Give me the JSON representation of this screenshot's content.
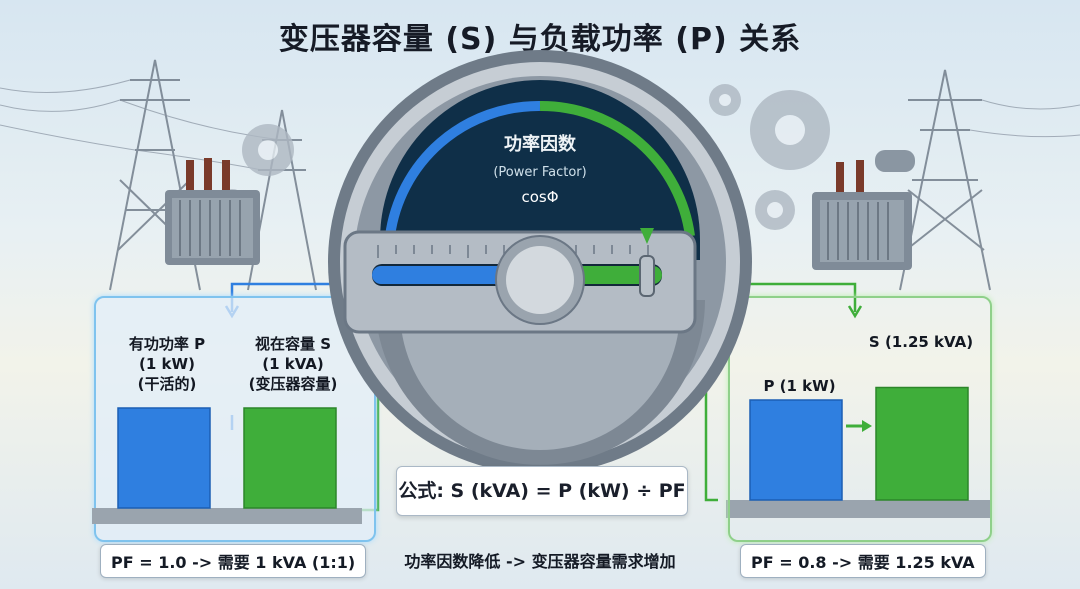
{
  "title": "变压器容量 (S) 与负载功率 (P) 关系",
  "gauge": {
    "label_cn": "功率因数",
    "label_en": "(Power Factor)",
    "symbol": "cosΦ",
    "pf_level_left": 1.0,
    "pf_level_right": 0.8
  },
  "left": {
    "p_label": [
      "有功功率 P",
      "(1 kW)",
      "(干活的)"
    ],
    "s_label": [
      "视在容量 S",
      "(1 kVA)",
      "(变压器容量)"
    ],
    "footnote": "PF = 1.0 -> 需要 1 kVA (1:1)",
    "p_value": 1,
    "s_value": 1
  },
  "right": {
    "p_label": "P (1 kW)",
    "s_label": "S (1.25 kVA)",
    "footnote": "PF = 0.8 -> 需要 1.25 kVA",
    "p_value": 1,
    "s_value": 1.25
  },
  "formula": "公式: S (kVA) = P (kW) ÷ PF",
  "bottom_caption": "功率因数降低 -> 变压器容量需求增加",
  "colors": {
    "blue": "#2f7fe0",
    "green": "#3fae3a",
    "steel": "#8b96a3",
    "dial": "#0f2f48"
  }
}
